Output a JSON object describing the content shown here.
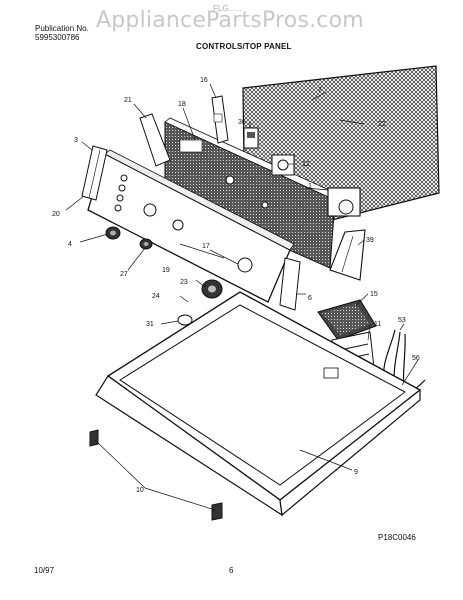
{
  "header": {
    "publication_label": "Publication No.",
    "publication_number": "5995300786",
    "model": "FLG......",
    "watermark": "AppliancePartsPros.com",
    "section_title": "CONTROLS/TOP PANEL"
  },
  "callouts": [
    "1",
    "3",
    "4",
    "6",
    "7",
    "9",
    "10",
    "11",
    "12",
    "15",
    "16",
    "17",
    "18",
    "19",
    "20",
    "21",
    "22",
    "23",
    "24",
    "27",
    "31",
    "36",
    "39",
    "53",
    "56"
  ],
  "figure_code": "P18C0046",
  "footer": {
    "date": "10/97",
    "page": "6"
  }
}
